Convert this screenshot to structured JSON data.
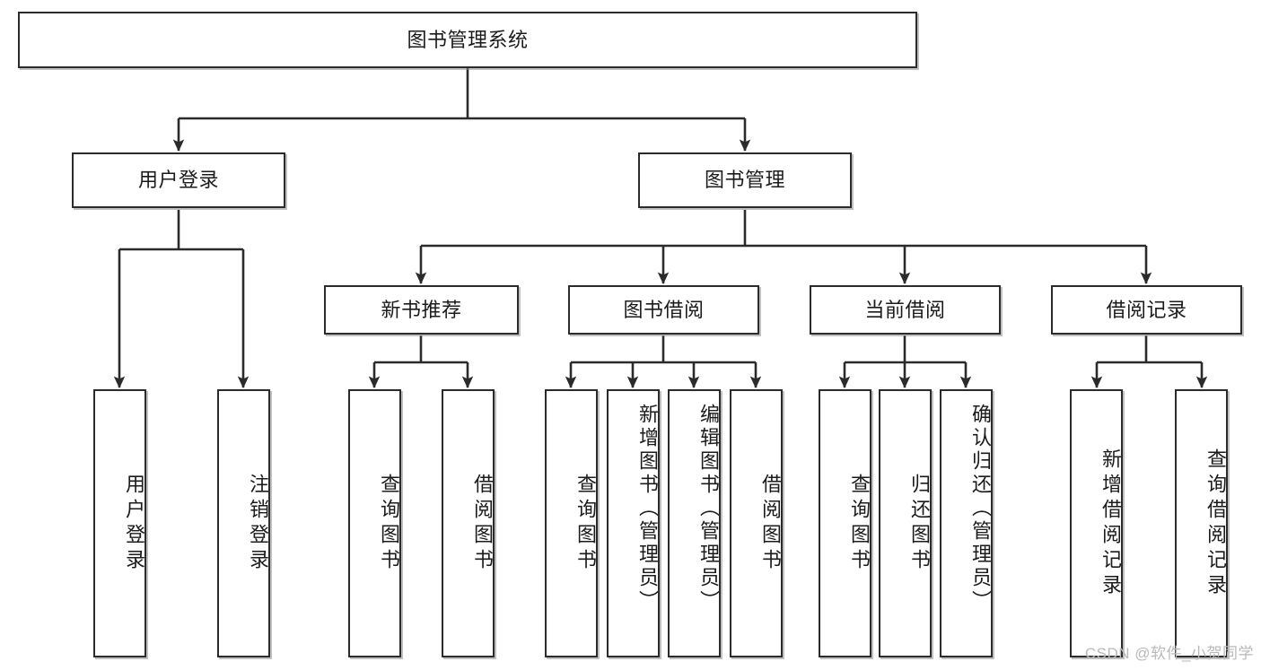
{
  "diagram": {
    "title": "图书管理系统",
    "type": "hierarchy-tree",
    "orientation": "top-down",
    "colors": {
      "node_border": "#2b2b2b",
      "node_fill": "#ffffff",
      "connector": "#2b2b2b",
      "text": "#1b1b1b",
      "watermark": "#b9b9b9"
    },
    "levels": {
      "level1": "系统",
      "level2": "模块",
      "level3": "子模块",
      "level4": "功能"
    }
  },
  "nodes": {
    "root": {
      "label": "图书管理系统",
      "orientation": "horizontal"
    },
    "user_login": {
      "label": "用户登录",
      "orientation": "horizontal"
    },
    "book_manage": {
      "label": "图书管理",
      "orientation": "horizontal"
    },
    "new_book_rec": {
      "label": "新书推荐",
      "orientation": "horizontal"
    },
    "book_borrow": {
      "label": "图书借阅",
      "orientation": "horizontal"
    },
    "current_borrow": {
      "label": "当前借阅",
      "orientation": "horizontal"
    },
    "borrow_record": {
      "label": "借阅记录",
      "orientation": "horizontal"
    },
    "leaf_user_login": {
      "label": "用户登录",
      "orientation": "vertical"
    },
    "leaf_logout": {
      "label": "注销登录",
      "orientation": "vertical"
    },
    "leaf_query_book_1": {
      "label": "查询图书",
      "orientation": "vertical"
    },
    "leaf_borrow_book_1": {
      "label": "借阅图书",
      "orientation": "vertical"
    },
    "leaf_query_book_2": {
      "label": "查询图书",
      "orientation": "vertical"
    },
    "leaf_add_book": {
      "label": "新增图书（管理员）",
      "orientation": "vertical"
    },
    "leaf_edit_book": {
      "label": "编辑图书（管理员）",
      "orientation": "vertical"
    },
    "leaf_borrow_book_2": {
      "label": "借阅图书",
      "orientation": "vertical"
    },
    "leaf_query_book_3": {
      "label": "查询图书",
      "orientation": "vertical"
    },
    "leaf_return_book": {
      "label": "归还图书",
      "orientation": "vertical"
    },
    "leaf_confirm_return": {
      "label": "确认归还（管理员）",
      "orientation": "vertical"
    },
    "leaf_add_record": {
      "label": "新增借阅记录",
      "orientation": "vertical"
    },
    "leaf_query_record": {
      "label": "查询借阅记录",
      "orientation": "vertical"
    }
  },
  "edges": [
    {
      "from": "root",
      "to": "user_login"
    },
    {
      "from": "root",
      "to": "book_manage"
    },
    {
      "from": "user_login",
      "to": "leaf_user_login"
    },
    {
      "from": "user_login",
      "to": "leaf_logout"
    },
    {
      "from": "book_manage",
      "to": "new_book_rec"
    },
    {
      "from": "book_manage",
      "to": "book_borrow"
    },
    {
      "from": "book_manage",
      "to": "current_borrow"
    },
    {
      "from": "book_manage",
      "to": "borrow_record"
    },
    {
      "from": "new_book_rec",
      "to": "leaf_query_book_1"
    },
    {
      "from": "new_book_rec",
      "to": "leaf_borrow_book_1"
    },
    {
      "from": "book_borrow",
      "to": "leaf_query_book_2"
    },
    {
      "from": "book_borrow",
      "to": "leaf_add_book"
    },
    {
      "from": "book_borrow",
      "to": "leaf_edit_book"
    },
    {
      "from": "book_borrow",
      "to": "leaf_borrow_book_2"
    },
    {
      "from": "current_borrow",
      "to": "leaf_query_book_3"
    },
    {
      "from": "current_borrow",
      "to": "leaf_return_book"
    },
    {
      "from": "current_borrow",
      "to": "leaf_confirm_return"
    },
    {
      "from": "borrow_record",
      "to": "leaf_add_record"
    },
    {
      "from": "borrow_record",
      "to": "leaf_query_record"
    }
  ],
  "watermark": {
    "text": "CSDN @软件_小贺同学"
  }
}
